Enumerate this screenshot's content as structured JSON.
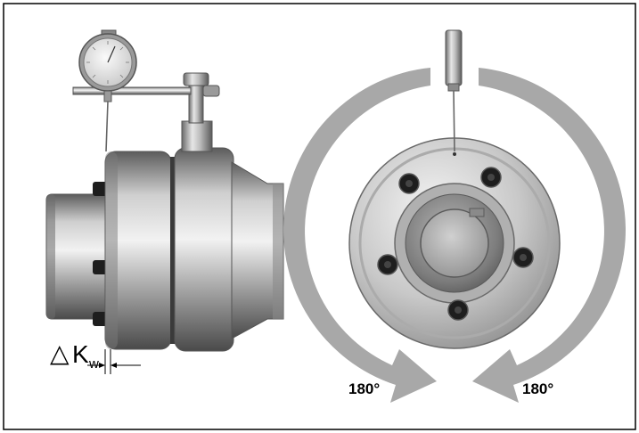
{
  "measurement": {
    "delta_symbol": "△",
    "symbol_main": "K",
    "symbol_sub": "w"
  },
  "rotation": {
    "left_angle": "180°",
    "right_angle": "180°"
  },
  "colors": {
    "frame": "#000000",
    "arrow": "#a8a8a8",
    "metal_dark": "#6e6e6e",
    "metal_mid": "#9a9a9a",
    "metal_light": "#d8d8d8",
    "bolt": "#1e1e1e"
  }
}
